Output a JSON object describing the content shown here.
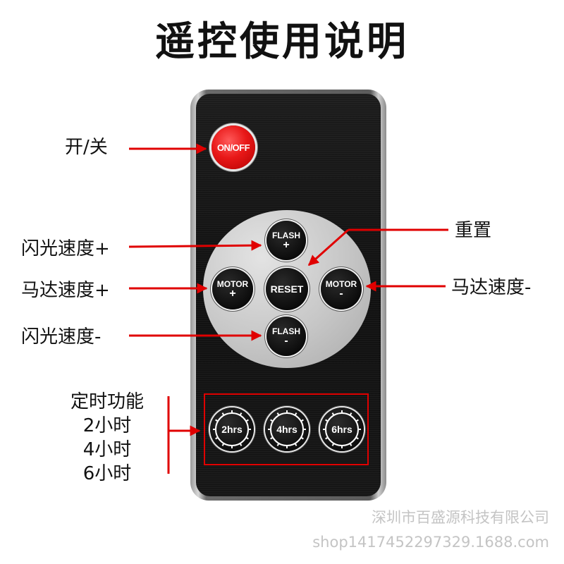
{
  "title": "遥控使用说明",
  "labels": {
    "power": "开/关",
    "flash_plus": "闪光速度+",
    "reset": "重置",
    "motor_plus": "马达速度+",
    "motor_minus": "马达速度-",
    "flash_minus": "闪光速度-",
    "timer_lines": [
      "定时功能",
      "2小时",
      "4小时",
      "6小时"
    ]
  },
  "buttons": {
    "power": "ON/OFF",
    "flash_plus": {
      "main": "FLASH",
      "sign": "+"
    },
    "reset": {
      "main": "RESET"
    },
    "motor_plus": {
      "main": "MOTOR",
      "sign": "+"
    },
    "motor_minus": {
      "main": "MOTOR",
      "sign": "-"
    },
    "flash_minus": {
      "main": "FLASH",
      "sign": "-"
    },
    "timers": [
      "2hrs",
      "4hrs",
      "6hrs"
    ]
  },
  "watermark": {
    "company": "深圳市百盛源科技有限公司",
    "shop": "shop1417452297329.1688.com"
  },
  "colors": {
    "arrow": "#e00000",
    "power_button": "#e81818",
    "remote_body": "#151515",
    "dpad": "#c6c6c6"
  },
  "icons": {
    "arrow": "red-arrow-icon",
    "timer_dial": "clock-dial-icon"
  }
}
